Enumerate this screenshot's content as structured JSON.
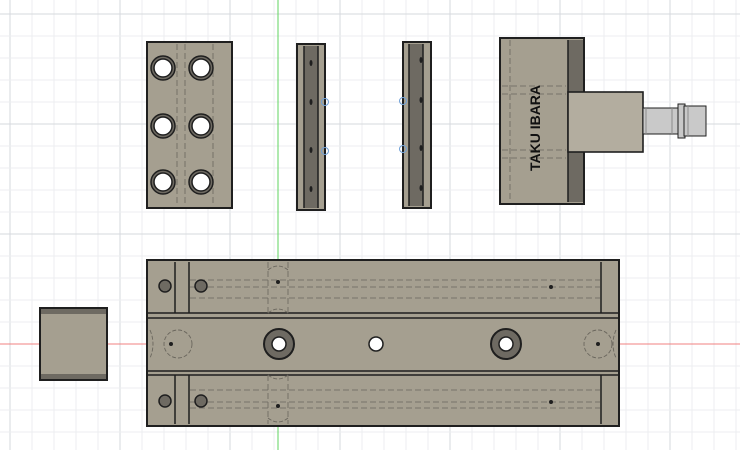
{
  "canvas": {
    "background": "#ffffff",
    "grid_minor_color": "#eceef0",
    "grid_major_color": "#d6d9dd",
    "axis_vertical_color": "#5fd35f",
    "axis_horizontal_color": "#f08080"
  },
  "colors": {
    "part_fill": "#a59f90",
    "part_fill_light": "#b3ad9f",
    "part_fill_dark": "#6e6a62",
    "edge": "#1f1f1f",
    "hidden_edge": "#6a665d",
    "hole_fill": "#ffffff",
    "shaft_fill": "#c9c9c9",
    "selection_blue": "#6fa0d8"
  },
  "labels": {
    "engraving_text": "TAKU IBARA"
  },
  "icons": [
    "origin-axis-vertical",
    "origin-axis-horizontal"
  ]
}
